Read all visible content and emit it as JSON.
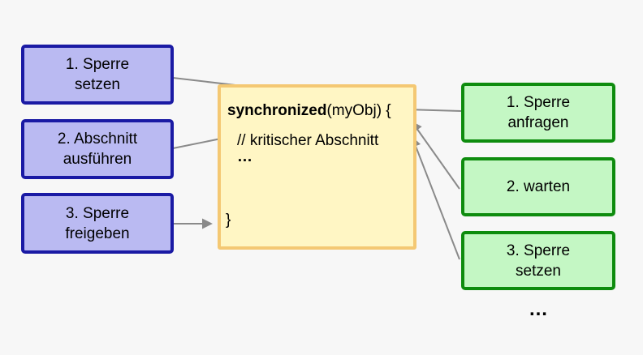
{
  "diagram": {
    "left_steps": {
      "items": [
        {
          "lines": [
            "1. Sperre",
            "setzen"
          ]
        },
        {
          "lines": [
            "2. Abschnitt",
            "ausführen"
          ]
        },
        {
          "lines": [
            "3. Sperre",
            "freigeben"
          ]
        }
      ]
    },
    "code_box": {
      "keyword": "synchronized",
      "call_rest": "(myObj) {",
      "comment": "// kritischer Abschnitt",
      "ellipsis": "…",
      "closing_brace": "}"
    },
    "right_steps": {
      "items": [
        {
          "lines": [
            "1. Sperre",
            "anfragen"
          ]
        },
        {
          "lines": [
            "2. warten"
          ]
        },
        {
          "lines": [
            "3. Sperre",
            "setzen"
          ]
        }
      ],
      "more": "…"
    },
    "colors": {
      "background": "#f7f7f7",
      "blue_fill": "#babaf2",
      "blue_border": "#1a1aa4",
      "green_fill": "#c4f7c4",
      "green_border": "#0e8c0e",
      "yellow_fill": "#fff6c4",
      "yellow_border": "#f4c873",
      "arrow": "#8a8a8a"
    }
  }
}
